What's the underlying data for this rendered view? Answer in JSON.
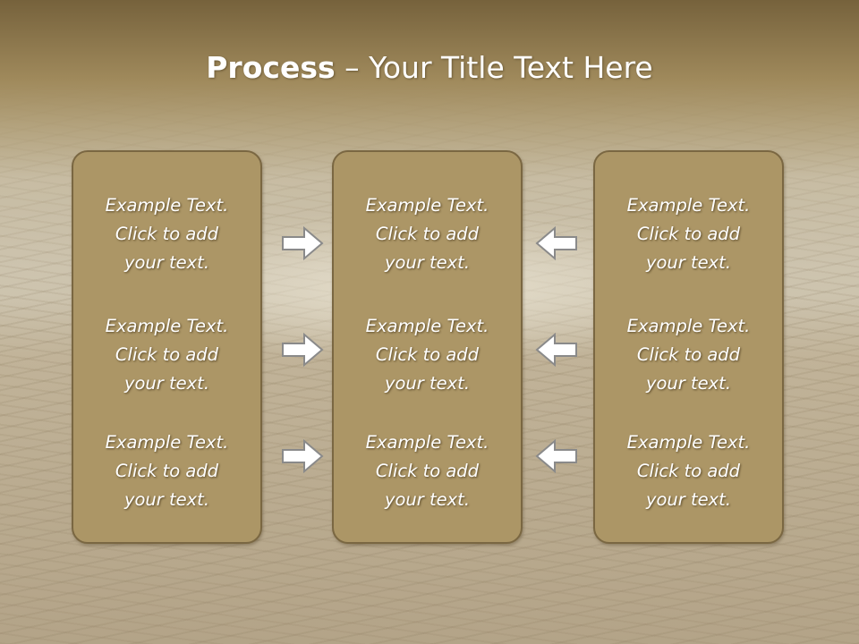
{
  "slide": {
    "title_bold": "Process",
    "title_rest": " – Your Title Text Here"
  },
  "panels": {
    "left": [
      {
        "line1": "Example Text.",
        "line2": "Click  to add",
        "line3": "your text."
      },
      {
        "line1": "Example Text.",
        "line2": "Click  to add",
        "line3": "your text."
      },
      {
        "line1": "Example Text.",
        "line2": "Click  to add",
        "line3": "your text."
      }
    ],
    "center": [
      {
        "line1": "Example Text.",
        "line2": "Click  to add",
        "line3": "your text."
      },
      {
        "line1": "Example Text.",
        "line2": "Click  to add",
        "line3": "your text."
      },
      {
        "line1": "Example Text.",
        "line2": "Click  to add",
        "line3": "your text."
      }
    ],
    "right": [
      {
        "line1": "Example Text.",
        "line2": "Click  to add",
        "line3": "your text."
      },
      {
        "line1": "Example Text.",
        "line2": "Click  to add",
        "line3": "your text."
      },
      {
        "line1": "Example Text.",
        "line2": "Click  to add",
        "line3": "your text."
      }
    ]
  },
  "arrows": {
    "left_column": [
      "arrow-right-icon",
      "arrow-right-icon",
      "arrow-right-icon"
    ],
    "right_column": [
      "arrow-left-icon",
      "arrow-left-icon",
      "arrow-left-icon"
    ]
  },
  "colors": {
    "panel_fill": "#ac9666",
    "panel_border": "#7a6742",
    "arrow_fill": "#ffffff",
    "arrow_stroke": "#8a8a8a",
    "text": "#ffffff"
  }
}
